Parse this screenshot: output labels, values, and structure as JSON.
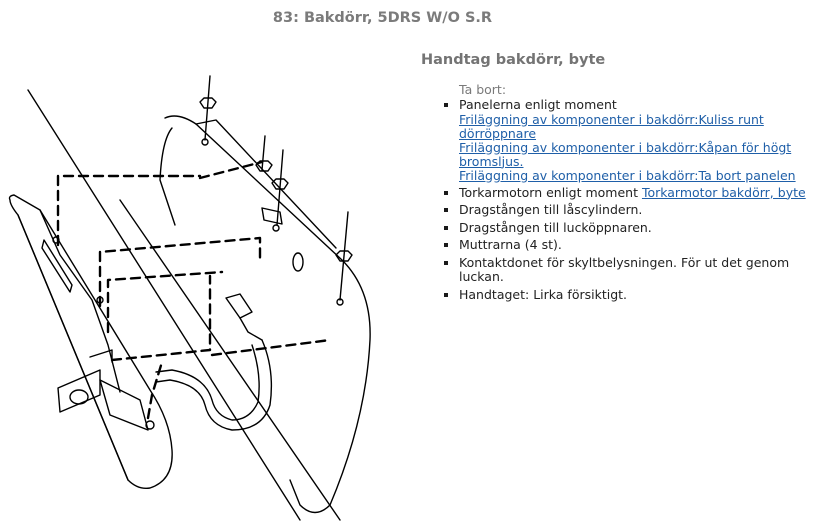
{
  "header": {
    "title": "83: Bakdörr, 5DRS W/O S.R"
  },
  "procedure": {
    "title": "Handtag bakdörr, byte",
    "subheading": "Ta bort:",
    "step1": {
      "text": "Panelerna enligt moment",
      "links": [
        "Friläggning av komponenter i bakdörr:Kuliss runt dörröppnare",
        "Friläggning av komponenter i bakdörr:Kåpan för högt bromsljus.",
        "Friläggning av komponenter i bakdörr:Ta bort panelen"
      ]
    },
    "step2": {
      "text": "Torkarmotorn enligt moment ",
      "link": "Torkarmotor bakdörr, byte"
    },
    "step3": "Dragstången till låscylindern.",
    "step4": "Dragstången till lucköppnaren.",
    "step5": "Muttrarna (4 st).",
    "step6": "Kontaktdonet för skyltbelysningen. För ut det genom luckan.",
    "step7": "Handtaget: Lirka försiktigt."
  },
  "colors": {
    "title_gray": "#7b7b7b",
    "link_blue": "#1f5fa8",
    "text": "#222222"
  }
}
